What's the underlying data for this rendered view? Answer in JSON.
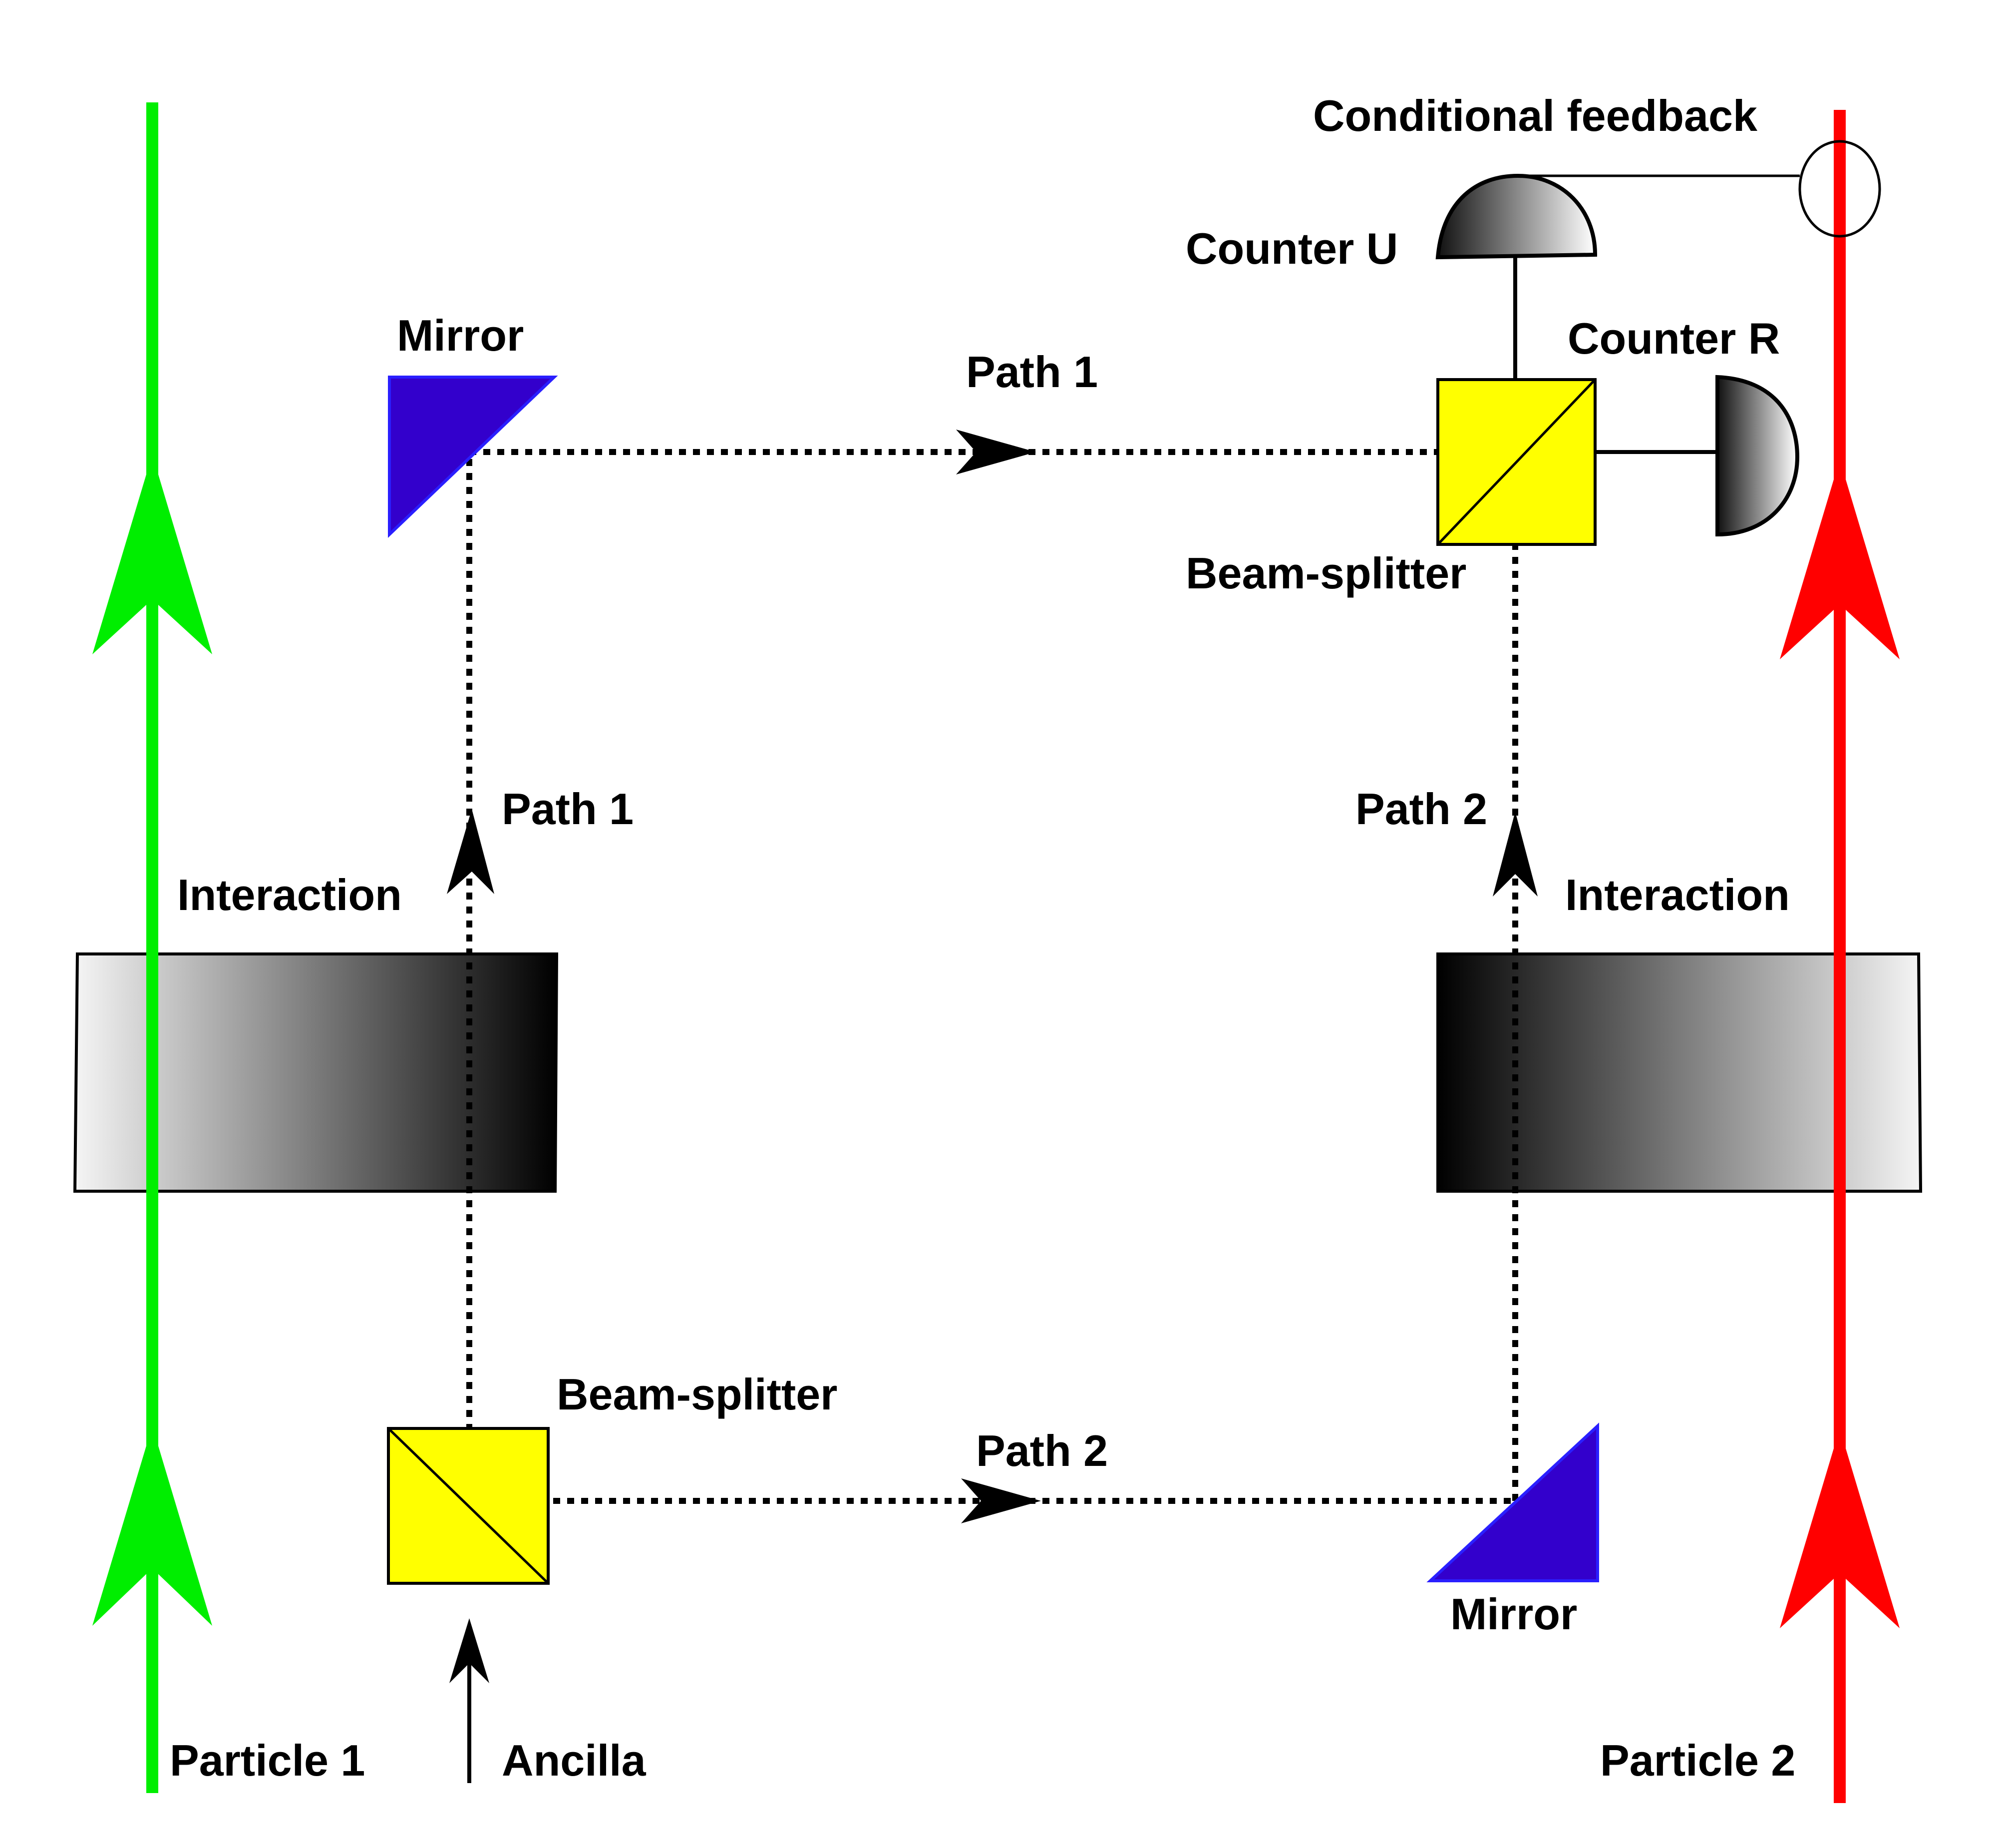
{
  "labels": {
    "conditional_feedback": "Conditional feedback",
    "counter_u": "Counter U",
    "counter_r": "Counter R",
    "mirror_top": "Mirror",
    "mirror_bottom": "Mirror",
    "path1_top": "Path 1",
    "path1_left": "Path 1",
    "path2_right": "Path 2",
    "path2_bottom": "Path 2",
    "beam_splitter_top": "Beam-splitter",
    "beam_splitter_bottom": "Beam-splitter",
    "interaction_left": "Interaction",
    "interaction_right": "Interaction",
    "particle1": "Particle 1",
    "particle2": "Particle 2",
    "ancilla": "Ancilla"
  },
  "colors": {
    "particle1": "#00ee00",
    "particle2": "#ff0000",
    "mirror": "#3300cc",
    "beam_splitter": "#ffff00",
    "path": "#000000"
  },
  "icons": {
    "mirror": "right-triangle-mirror",
    "beam_splitter": "square-with-diagonal",
    "counter": "half-disc-detector",
    "feedback": "ellipse-marker"
  }
}
